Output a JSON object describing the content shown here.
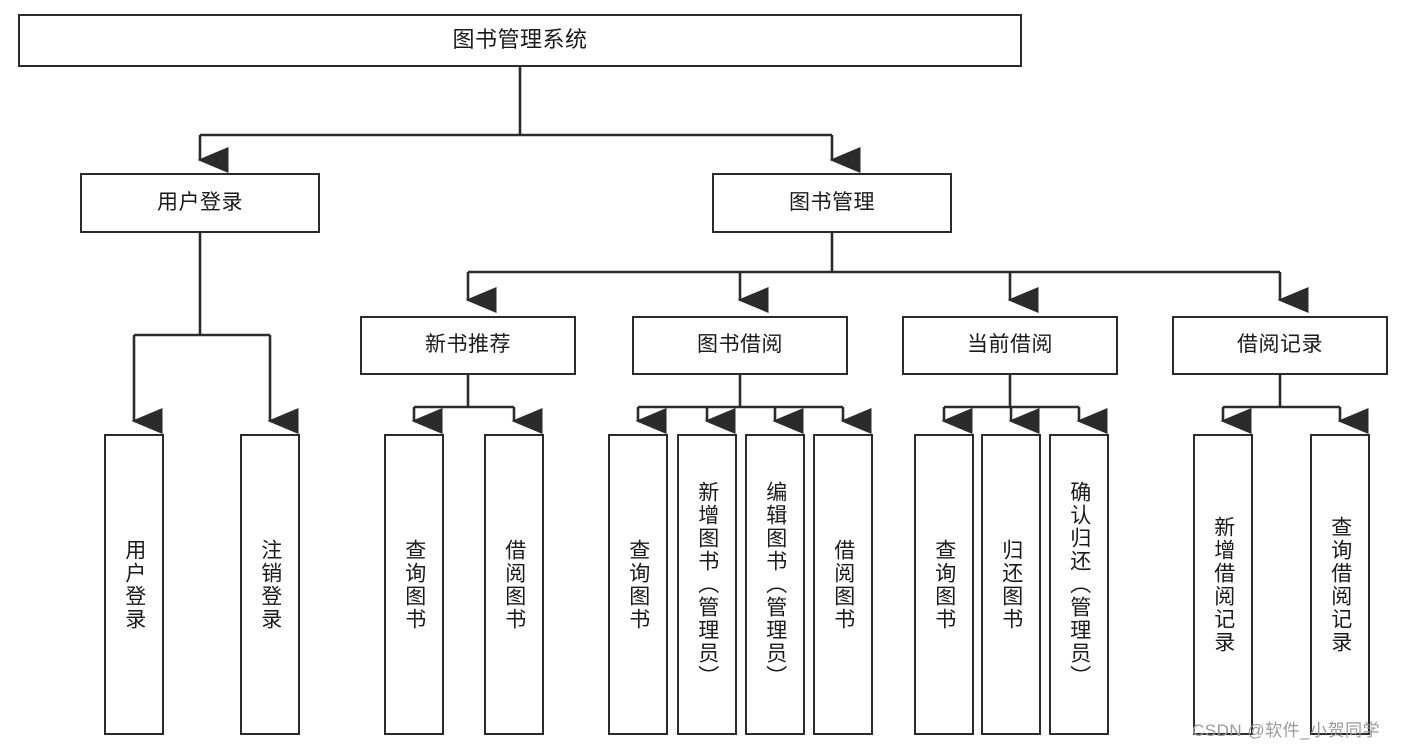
{
  "diagram": {
    "type": "tree",
    "title": "图书管理系统",
    "root": {
      "label": "图书管理系统"
    },
    "level2": [
      {
        "label": "用户登录"
      },
      {
        "label": "图书管理"
      }
    ],
    "level3": [
      {
        "label": "新书推荐"
      },
      {
        "label": "图书借阅"
      },
      {
        "label": "当前借阅"
      },
      {
        "label": "借阅记录"
      }
    ],
    "leaves_user_login": [
      {
        "label": "用户登录"
      },
      {
        "label": "注销登录"
      }
    ],
    "leaves_new_book": [
      {
        "label": "查询图书"
      },
      {
        "label": "借阅图书"
      }
    ],
    "leaves_book_borrow": [
      {
        "label": "查询图书"
      },
      {
        "label": "新增图书（管理员）"
      },
      {
        "label": "编辑图书（管理员）"
      },
      {
        "label": "借阅图书"
      }
    ],
    "leaves_current_borrow": [
      {
        "label": "查询图书"
      },
      {
        "label": "归还图书"
      },
      {
        "label": "确认归还（管理员）"
      }
    ],
    "leaves_borrow_record": [
      {
        "label": "新增借阅记录"
      },
      {
        "label": "查询借阅记录"
      }
    ]
  },
  "watermark": {
    "text": "CSDN @软件_小贺同学"
  },
  "colors": {
    "border": "#2b2b2b",
    "background": "#ffffff",
    "text": "#1a1a1a",
    "watermark": "#9a9a9a"
  }
}
